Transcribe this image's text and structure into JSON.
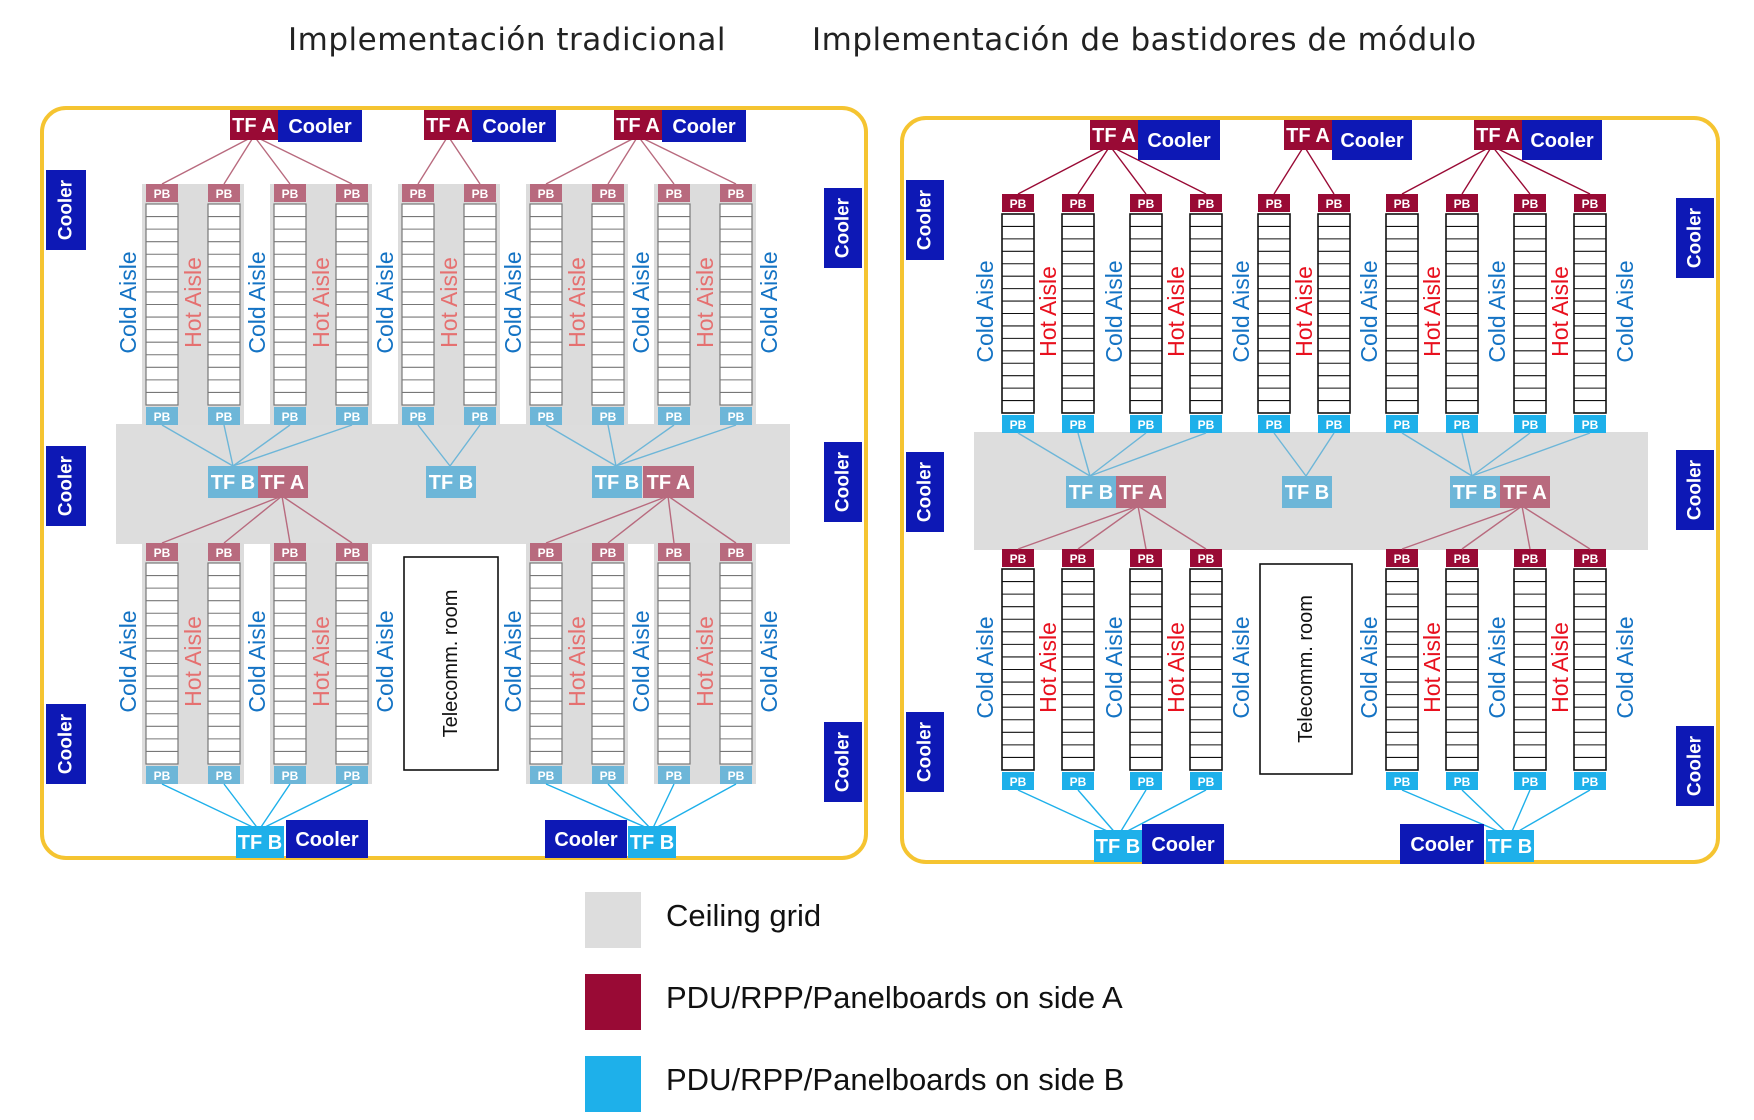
{
  "titles": {
    "left": "Implementación tradicional",
    "right": "Implementación de bastidores de módulo"
  },
  "labels": {
    "tf_a": "TF A",
    "tf_b": "TF B",
    "cooler": "Cooler",
    "pb": "PB",
    "cold_aisle": "Cold Aisle",
    "hot_aisle": "Hot Aisle",
    "telecomm_room": "Telecomm. room"
  },
  "legend": [
    {
      "label": "Ceiling grid",
      "color": "#dddddd"
    },
    {
      "label": "PDU/RPP/Panelboards on side A",
      "color": "#990a35"
    },
    {
      "label": "PDU/RPP/Panelboards on side B",
      "color": "#1eb0ea"
    }
  ],
  "colors": {
    "frame": "#f5c431",
    "cooler": "#0d18b5",
    "side_a": "#990a35",
    "side_b": "#1eb0ea",
    "side_a_faded": "#b86a7e",
    "side_b_faded": "#6db6d8",
    "ceiling": "#dddddd",
    "cold_aisle_text": "#1473c4",
    "hot_aisle_text_traditional": "#e57070",
    "hot_aisle_text_module": "#e8101e"
  }
}
